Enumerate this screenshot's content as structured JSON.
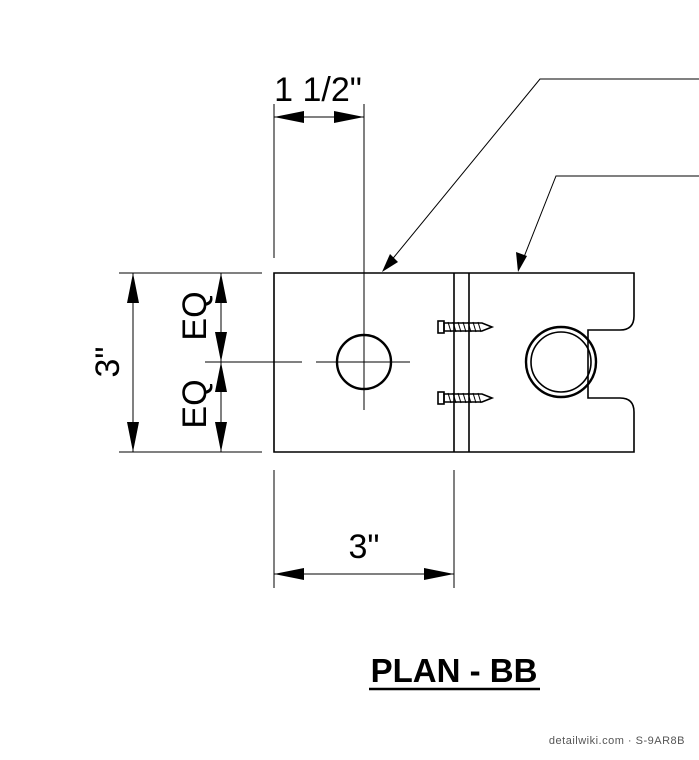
{
  "dimensions": {
    "top_width": "1 1/2\"",
    "left_height": "3\"",
    "eq_upper": "EQ",
    "eq_lower": "EQ",
    "bottom_width": "3\""
  },
  "title": "PLAN - BB",
  "watermark": "detailwiki.com · S-9AR8B"
}
